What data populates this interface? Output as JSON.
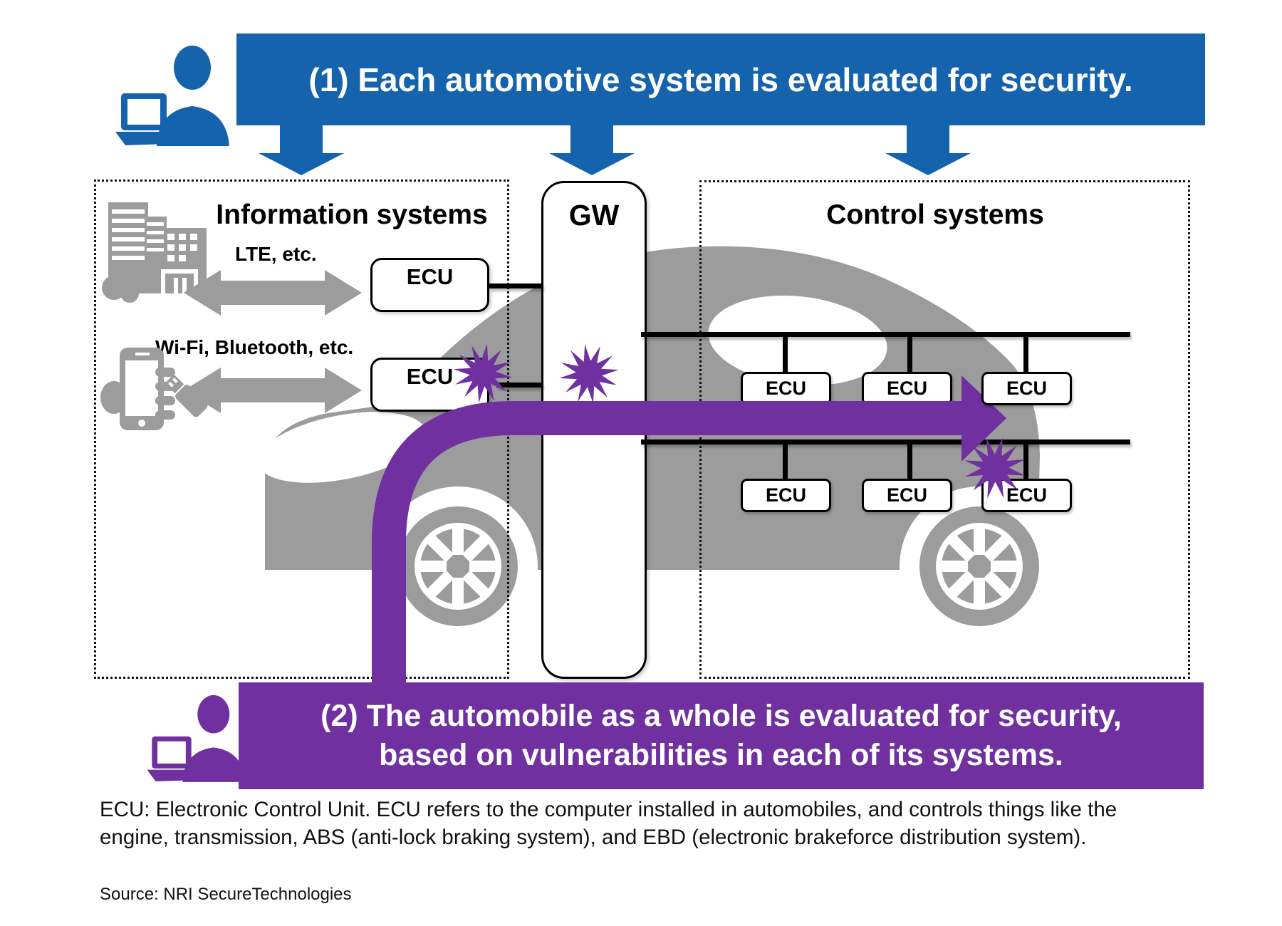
{
  "banner1": {
    "label": "(1) Each automotive system is evaluated for security."
  },
  "banner2": {
    "line1": "(2) The automobile as a whole is evaluated for security,",
    "line2": "based on vulnerabilities in each of its systems."
  },
  "info": {
    "title": "Information systems",
    "lte": "LTE, etc.",
    "wifi": "Wi-Fi, Bluetooth, etc.",
    "ecu_top": "ECU",
    "ecu_bottom": "ECU"
  },
  "gateway": {
    "label": "GW"
  },
  "control": {
    "title": "Control systems",
    "row1": [
      "ECU",
      "ECU",
      "ECU"
    ],
    "row2": [
      "ECU",
      "ECU",
      "ECU"
    ]
  },
  "footer": {
    "line1": "ECU: Electronic Control Unit. ECU refers to the computer installed in automobiles, and controls things like the",
    "line2": "engine, transmission, ABS (anti-lock braking system), and EBD (electronic brakeforce distribution system).",
    "source": "Source: NRI SecureTechnologies"
  },
  "colors": {
    "banner_blue": "#1563ac",
    "attack_purple": "#7030a0",
    "car_gray": "#9c9c9c",
    "line_black": "#000000"
  },
  "icons": {
    "top_left": "person-at-laptop-icon",
    "bottom_left": "person-at-laptop-icon",
    "info_external_1": "city-buildings-icon",
    "info_external_2": "smartphone-and-usb-icon",
    "attack_marks": "explosion-burst-icon"
  }
}
